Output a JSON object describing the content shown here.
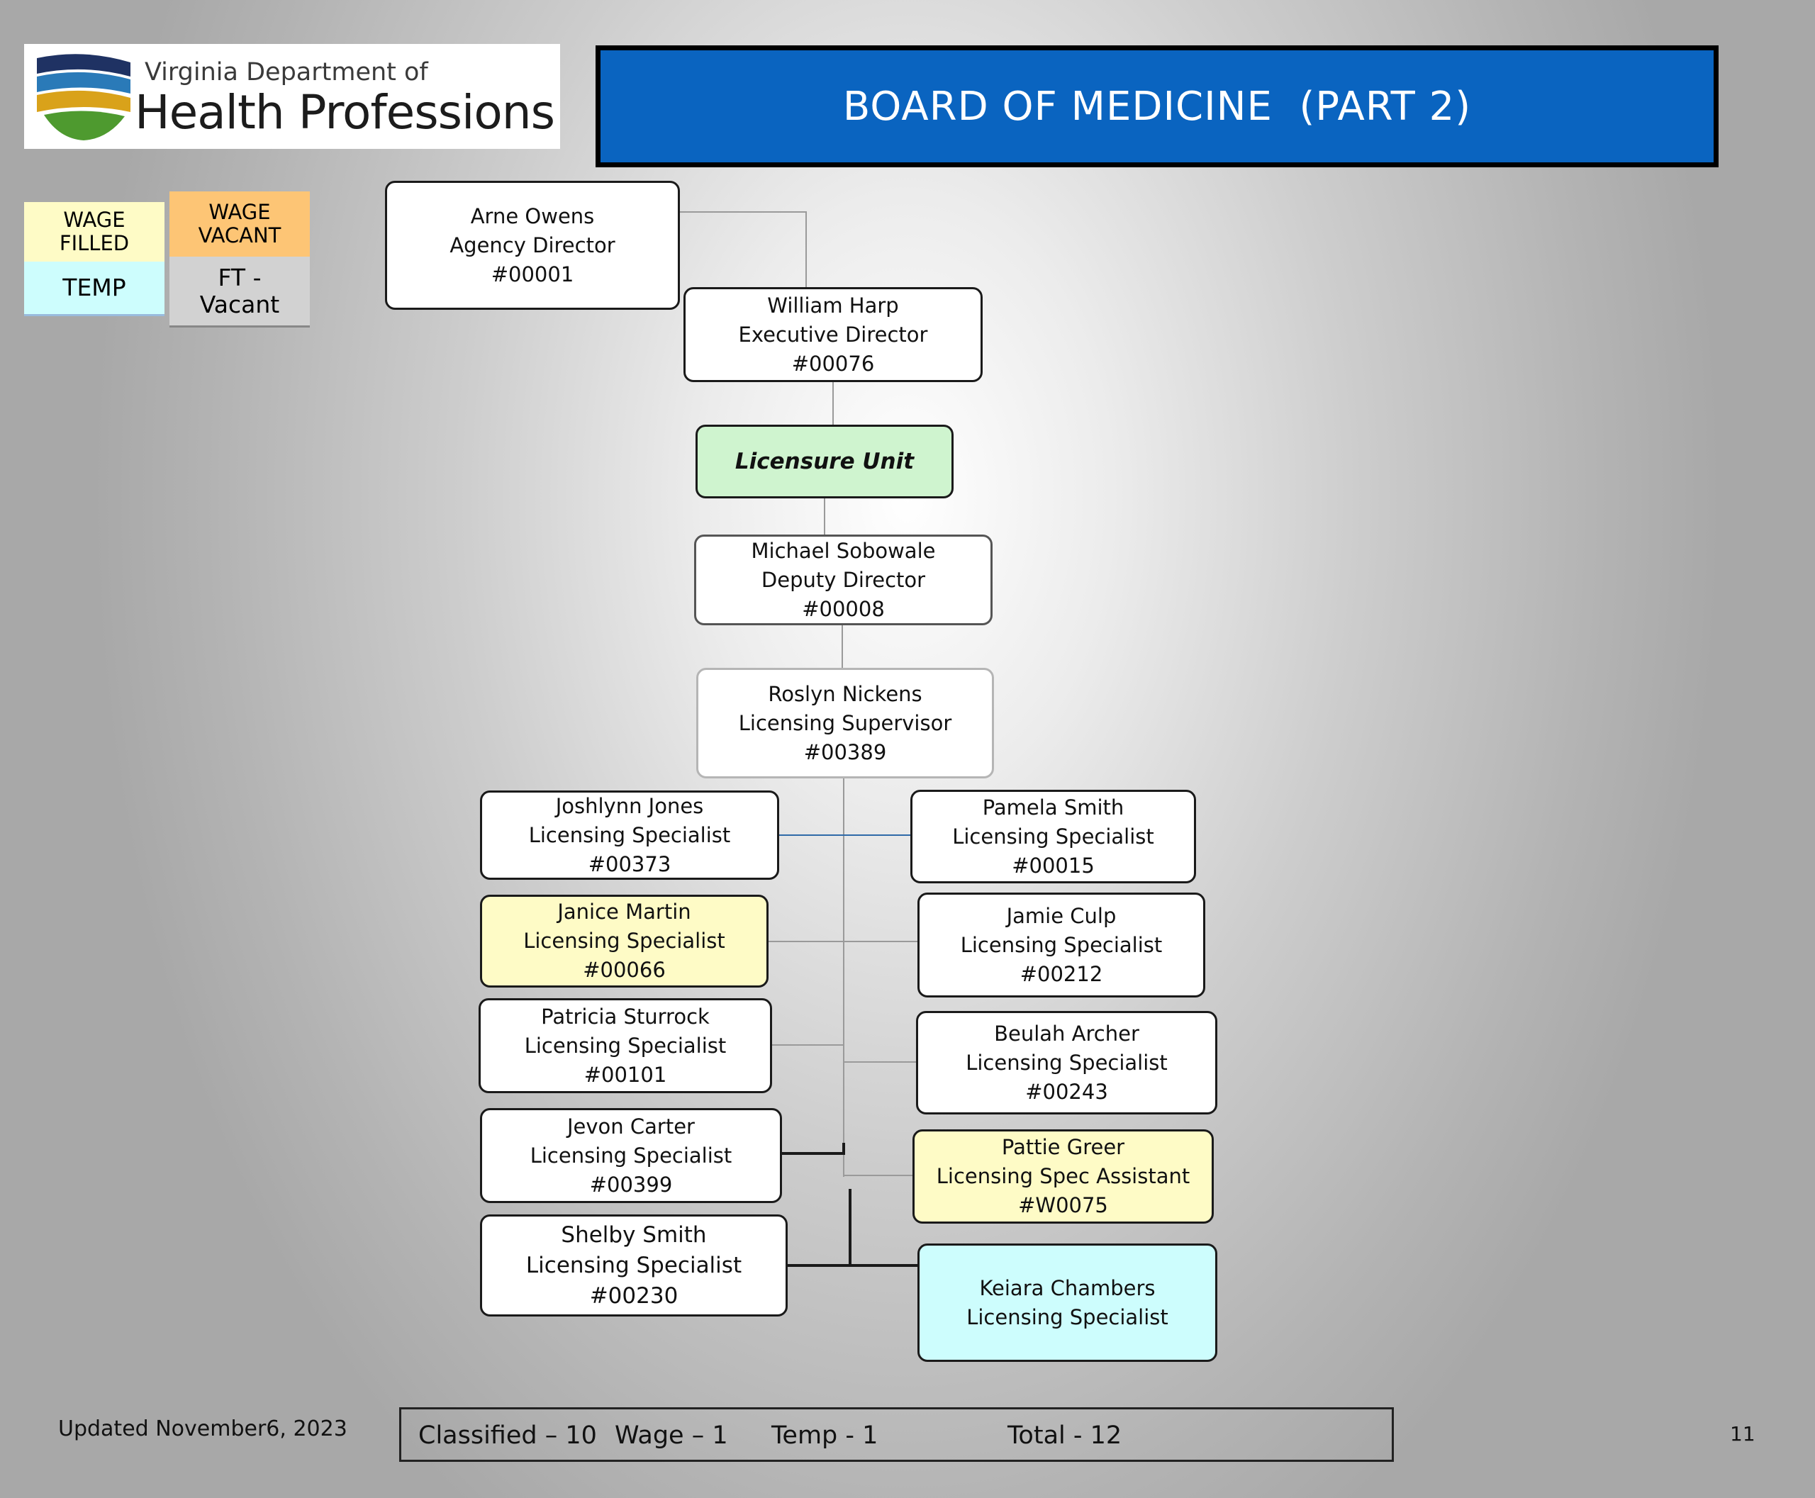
{
  "logo": {
    "line1": "Virginia Department of",
    "line2": "Health Professions",
    "colors": {
      "navy": "#1f3263",
      "blue": "#2a7ab8",
      "gold": "#d9a21a",
      "green": "#4e9a2f"
    }
  },
  "header": {
    "title": "BOARD OF MEDICINE  (PART 2)",
    "background": "#0a64c0"
  },
  "legend": {
    "wage_filled": {
      "line1": "WAGE",
      "line2": "FILLED",
      "color": "#fefbc6"
    },
    "wage_vacant": {
      "line1": "WAGE",
      "line2": "VACANT",
      "color": "#fdc575"
    },
    "temp": {
      "label": "TEMP",
      "color": "#cdfdfd"
    },
    "ft_vacant": {
      "line1": "FT -",
      "line2": "Vacant",
      "color": "#d2d2d2"
    }
  },
  "org": {
    "agency_director": {
      "name": "Arne Owens",
      "title": "Agency Director",
      "id": "#00001"
    },
    "executive_director": {
      "name": "William Harp",
      "title": "Executive Director",
      "id": "#00076"
    },
    "unit": {
      "label": "Licensure Unit",
      "color": "#cff4cf"
    },
    "deputy_director": {
      "name": "Michael Sobowale",
      "title": "Deputy Director",
      "id": "#00008"
    },
    "supervisor": {
      "name": "Roslyn Nickens",
      "title": "Licensing Supervisor",
      "id": "#00389"
    },
    "left_staff": [
      {
        "name": "Joshlynn Jones",
        "title": "Licensing Specialist",
        "id": "#00373",
        "type": "classified"
      },
      {
        "name": "Janice Martin",
        "title": "Licensing Specialist",
        "id": "#00066",
        "type": "wage"
      },
      {
        "name": "Patricia Sturrock",
        "title": "Licensing Specialist",
        "id": "#00101",
        "type": "classified"
      },
      {
        "name": "Jevon Carter",
        "title": "Licensing Specialist",
        "id": "#00399",
        "type": "classified"
      },
      {
        "name": "Shelby Smith",
        "title": "Licensing Specialist",
        "id": "#00230",
        "type": "classified"
      }
    ],
    "right_staff": [
      {
        "name": "Pamela Smith",
        "title": "Licensing Specialist",
        "id": "#00015",
        "type": "classified"
      },
      {
        "name": "Jamie Culp",
        "title": "Licensing Specialist",
        "id": "#00212",
        "type": "classified"
      },
      {
        "name": "Beulah Archer",
        "title": "Licensing Specialist",
        "id": "#00243",
        "type": "classified"
      },
      {
        "name": "Pattie Greer",
        "title": "Licensing Spec Assistant",
        "id": "#W0075",
        "type": "wage"
      },
      {
        "name": "Keiara Chambers",
        "title": "Licensing Specialist",
        "id": "",
        "type": "temp"
      }
    ]
  },
  "footer": {
    "updated": "Updated November6, 2023",
    "classified": "Classified – 10",
    "wage": "Wage – 1",
    "temp": "Temp - 1",
    "total": "Total - 12",
    "page_number": "11"
  }
}
